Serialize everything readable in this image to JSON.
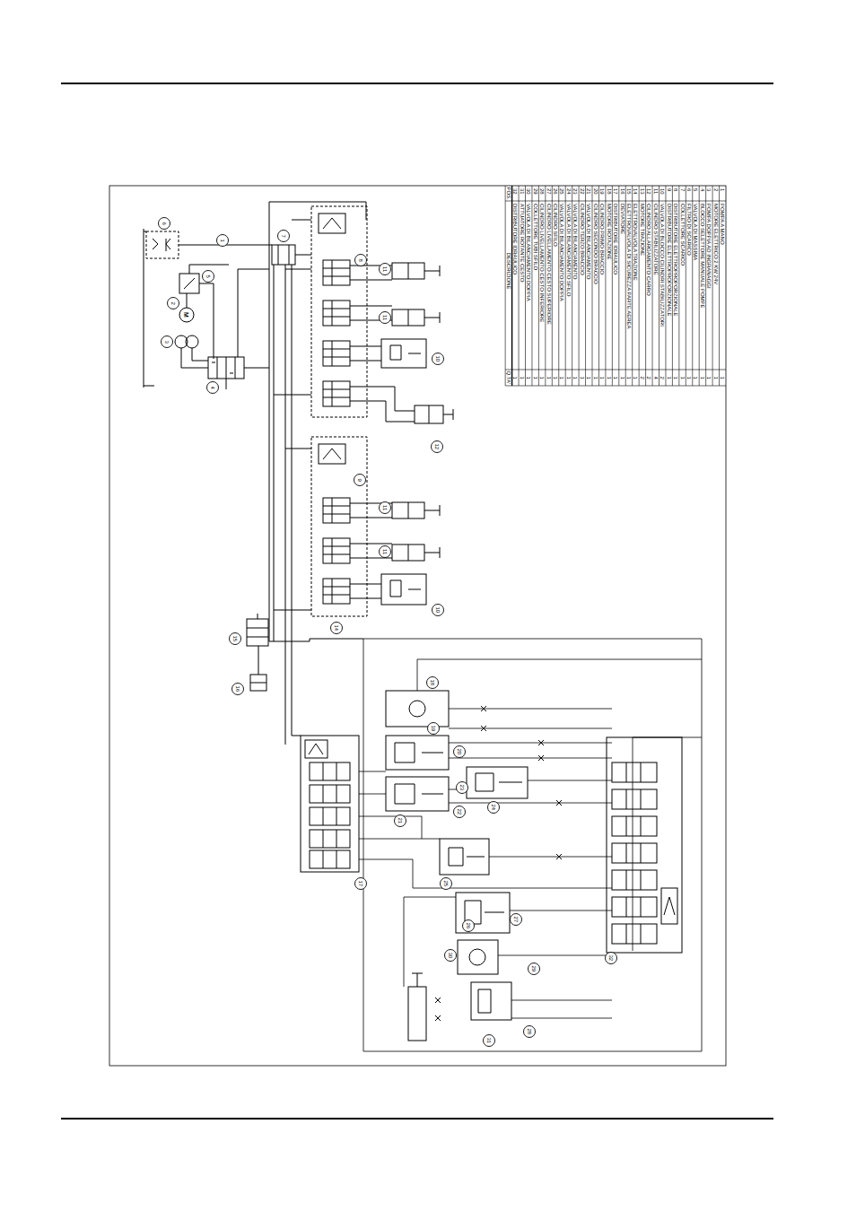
{
  "diagram": {
    "labels": [
      "1",
      "POMPA A MANO",
      "1",
      "2",
      "MOTORE ELETTRICO 2 KW 24V",
      "1",
      "3",
      "POMPA DOPPIA AD INGRANAGGI",
      "1",
      "4",
      "BLOCCO SELETTORE MANUALE POMPE",
      "1",
      "5",
      "VALVOLA DI MASSIMA",
      "1",
      "6",
      "FILTRO DI SCARICO",
      "1",
      "7",
      "COLLETTORE SCARICO",
      "1",
      "8",
      "DISTRIBUTORE ELETTROPROPORZIONALE",
      "1",
      "9",
      "DISTRIBUTORE ELETTROPROPORZIONALE",
      "1",
      "10",
      "VALVOLA DI BLOCCO CILINDRI STABILIZZATORI",
      "2",
      "11",
      "CILINDRO STABILIZZATORE",
      "4",
      "12",
      "CILINDRO ALLARGAMENTO CARRO",
      "2",
      "13",
      "MOTORE TRAZIONE",
      "2",
      "14",
      "ELETTROVALVOLA TRAZIONE",
      "1",
      "15",
      "ELETTROVALVOLA DI SICUREZZA PARTE AEREA",
      "1",
      "16",
      "DEVIATORE",
      "1",
      "17",
      "DISTRIBUTORE IDRAULICO",
      "1",
      "18",
      "MOTORE ROTAZIONE",
      "1",
      "19",
      "CILINDRO PRIMO BRACCIO",
      "1",
      "20",
      "CILINDRO SECONDO BRACCIO",
      "1",
      "21",
      "VALVOLA DI BILANCIAMENTO",
      "1",
      "22",
      "CILINDRO TERZO BRACCIO",
      "1",
      "23",
      "VALVOLA DI BILANCIAMENTO",
      "1",
      "24",
      "VALVOLA DI BILANCIAMENTO SFILO",
      "1",
      "25",
      "VALVOLA DI BILANCIAMENTO DOPPIA",
      "1",
      "26",
      "CILINDRO SFILO",
      "1",
      "27",
      "CILINDRO LIVELLAMENTO CESTO SUPERIORE",
      "1",
      "28",
      "CILINDRO LIVELLAMENTO CESTO INFERIORE",
      "1",
      "29",
      "COLLETTORE TUBI SFILO",
      "1",
      "30",
      "VALVOLA DI BILANCIAMENTO DOPPIA",
      "1",
      "31",
      "ATTUATORE ROTANTE CESTO",
      "1",
      "32",
      "DISTRIBUTORE IDRAULICO",
      "1",
      "POS.",
      "DESCRIZIONE",
      "Q.TA'",
      "6",
      "5",
      "1",
      "2",
      "3",
      "4",
      "7",
      "8",
      "11",
      "11",
      "10",
      "12",
      "9",
      "11",
      "11",
      "10",
      "14",
      "15",
      "16",
      "17",
      "18",
      "19",
      "21",
      "20",
      "22",
      "23",
      "24",
      "25",
      "26",
      "27",
      "28",
      "29",
      "30",
      "31",
      "32",
      "M"
    ]
  }
}
